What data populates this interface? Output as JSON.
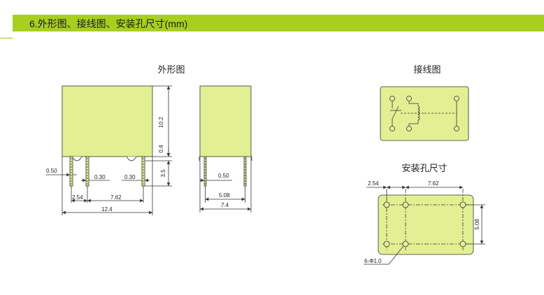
{
  "header": {
    "title": "6.外形图、接线图、安装孔尺寸(mm)"
  },
  "colors": {
    "accent": "#a8cf1f",
    "body_fill": "#e3ef93",
    "stroke": "#333333"
  },
  "outline": {
    "title": "外形图",
    "dims": {
      "height": "10.2",
      "gap": "0.4",
      "pin_length": "3.5",
      "pin_width_left": "0.50",
      "pin_gap_a": "0.30",
      "pin_gap_b": "0.30",
      "pitch_a": "2.54",
      "pitch_b": "7.62",
      "width": "12.4"
    }
  },
  "side": {
    "dims": {
      "pin_width": "0.50",
      "pitch": "5.08",
      "width": "7.4"
    }
  },
  "wiring": {
    "title": "接线图"
  },
  "mounting": {
    "title": "安装孔尺寸",
    "dims": {
      "pitch_a": "2.54",
      "pitch_b": "7.62",
      "pitch_v": "5.08",
      "hole_spec": "6-Φ1.0"
    }
  }
}
